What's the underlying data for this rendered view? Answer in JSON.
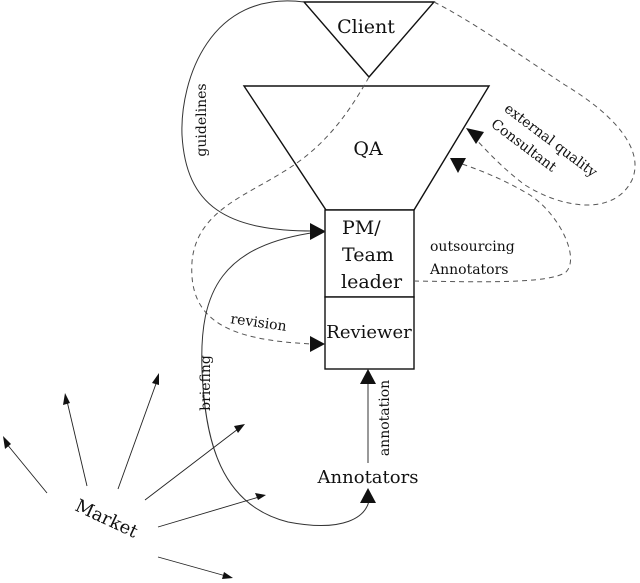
{
  "nodes": {
    "client": "Client",
    "qa": "QA",
    "pm_line1": "PM/",
    "pm_line2": "Team",
    "pm_line3": "leader",
    "reviewer": "Reviewer",
    "annotators": "Annotators",
    "market": "Market"
  },
  "edges": {
    "guidelines": "guidelines",
    "external_line1": "external quality",
    "external_line2": "Consultant",
    "outsourcing_line1": "outsourcing",
    "outsourcing_line2": "Annotators",
    "revision": "revision",
    "briefing": "briefing",
    "annotation": "annotation"
  }
}
